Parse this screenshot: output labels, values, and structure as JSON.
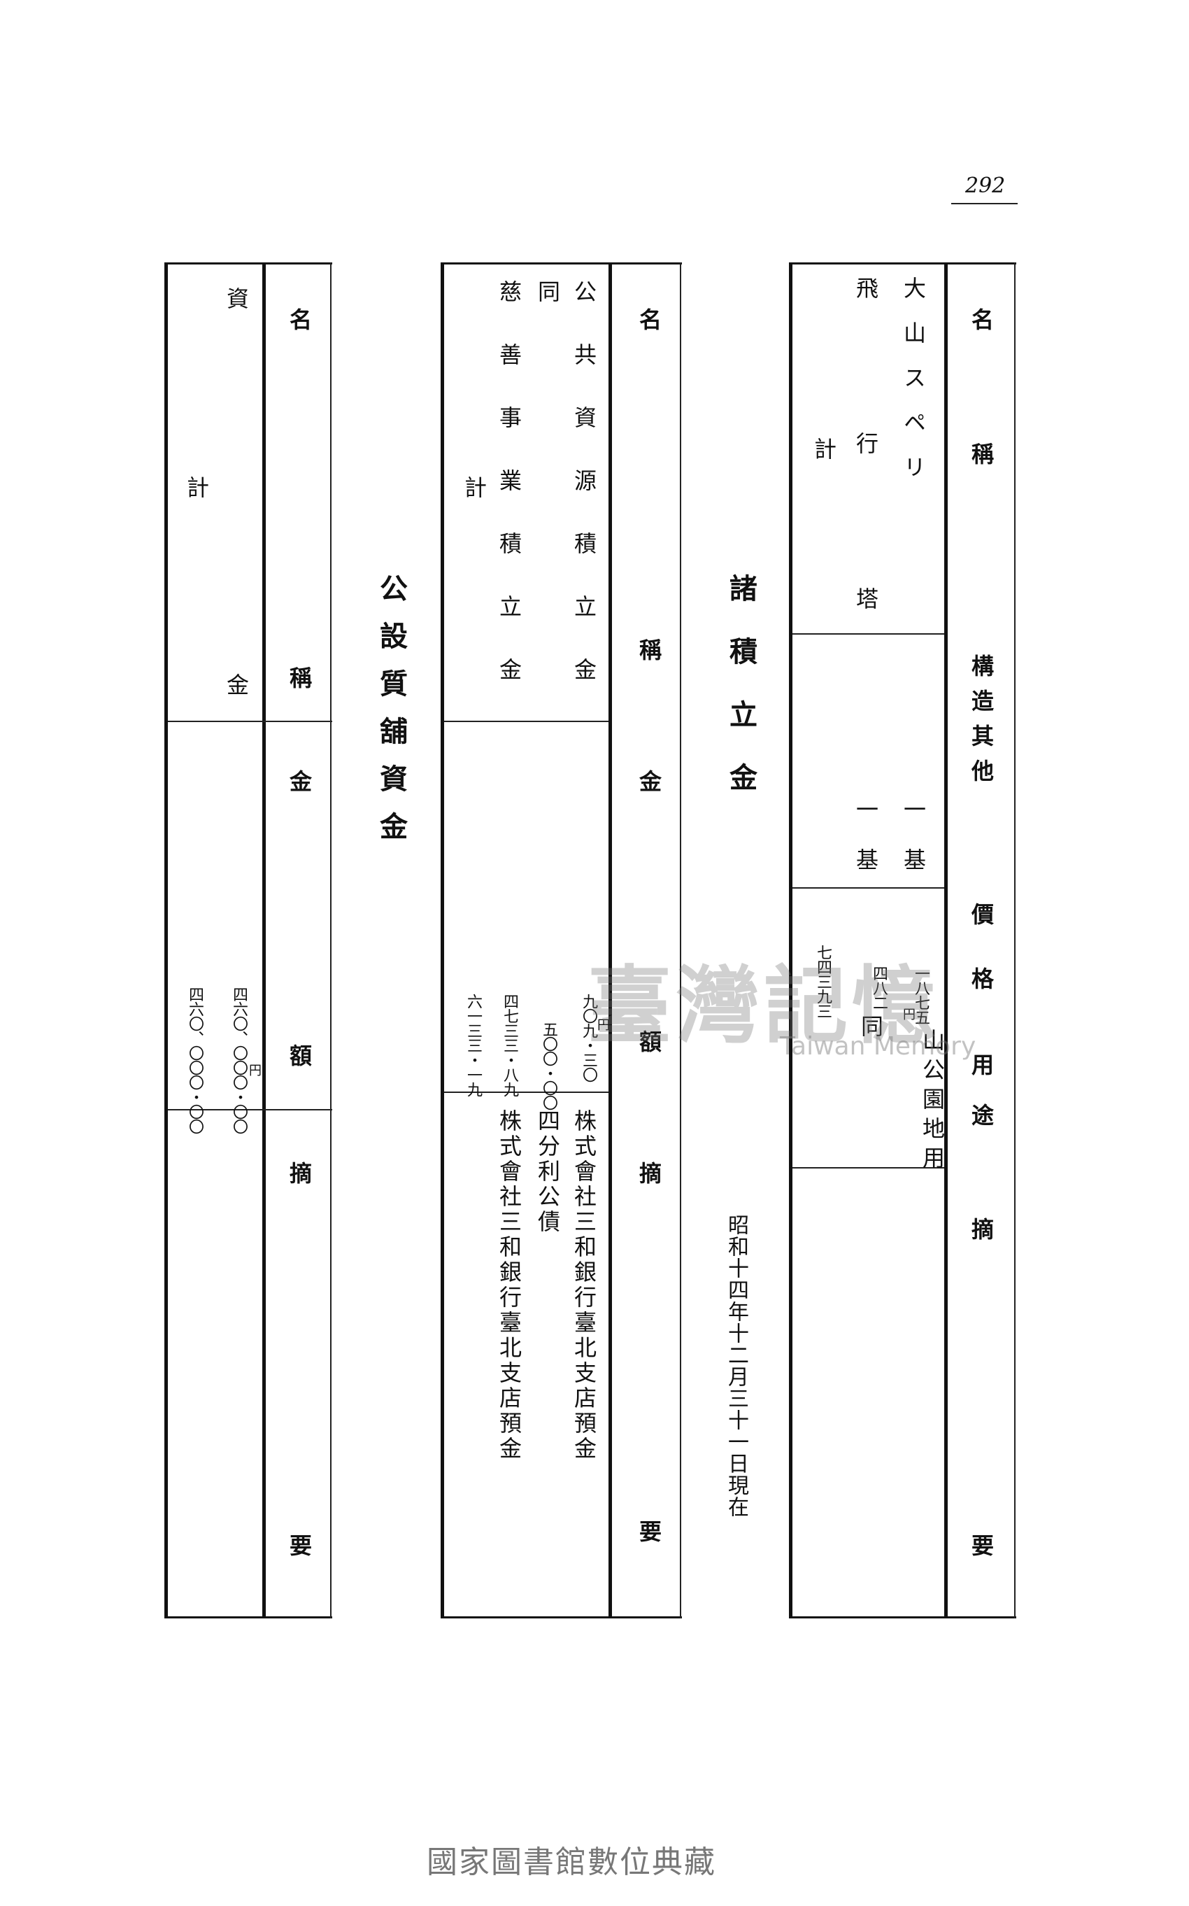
{
  "page_number": "292",
  "table1": {
    "headers": {
      "name": "名稱",
      "structure": "構造其他",
      "price": "價格",
      "usage": "用途",
      "remarks": "摘要"
    },
    "rows": [
      {
        "name": "大山スペリ",
        "structure": "一基",
        "price": "一八七五",
        "usage": "山公園地用"
      },
      {
        "name": "飛行塔",
        "structure": "一基",
        "price": "四八二",
        "usage": "同"
      }
    ],
    "total": {
      "label": "計",
      "price": "七四三九三"
    },
    "units": {
      "price": "円"
    }
  },
  "section2_title": "諸積立金",
  "date_note": "昭和十四年十二月三十一日現在",
  "table2": {
    "headers": {
      "name": "名稱",
      "amount": "金額",
      "remarks": "摘要"
    },
    "rows": [
      {
        "name": "公共資源積立金",
        "amount": "九〇九・三〇",
        "remarks": "株式會社三和銀行臺北支店預金"
      },
      {
        "name": "同",
        "amount": "五〇〇・〇〇",
        "remarks": "四分利公債"
      },
      {
        "name": "慈善事業積立金",
        "amount": "四七三三・八九",
        "remarks": "株式會社三和銀行臺北支店預金"
      }
    ],
    "total": {
      "label": "計",
      "amount": "六一三三・一九"
    },
    "units": {
      "amount": "円"
    }
  },
  "section3_title": "公設質舖資金",
  "table3": {
    "headers": {
      "name": "名稱",
      "amount": "金額",
      "remarks": "摘要"
    },
    "rows": [
      {
        "name": "資金",
        "amount": "四六〇、〇〇〇・〇〇"
      }
    ],
    "total": {
      "label": "計",
      "amount": "四六〇、〇〇〇・〇〇"
    },
    "units": {
      "amount": "円"
    }
  },
  "watermark": {
    "cn": "臺灣記憶",
    "en": "Taiwan Memory"
  },
  "footer": "國家圖書館數位典藏"
}
